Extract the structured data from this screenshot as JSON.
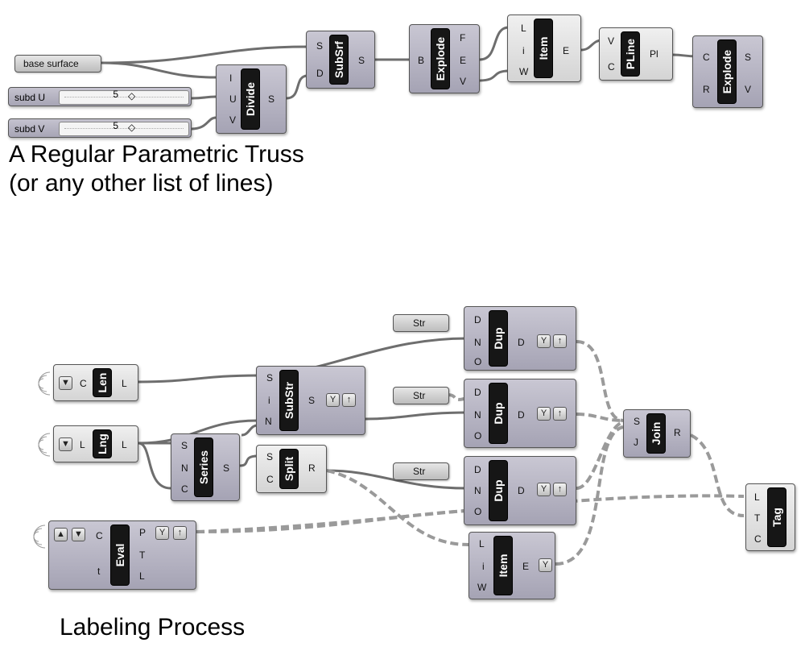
{
  "captions": {
    "truss_title_line1": "A Regular Parametric Truss",
    "truss_title_line2": "(or any other list of lines)",
    "labeling_title": "Labeling Process"
  },
  "params": {
    "base_surface": "base surface",
    "subd_u": "subd U",
    "subd_v": "subd V",
    "str_1": "Str",
    "str_2": "Str",
    "str_3": "Str"
  },
  "sliders": {
    "subd_u_value": "5",
    "subd_v_value": "5",
    "knob_glyph": "◇"
  },
  "components": {
    "divide": {
      "title": "Divide",
      "inputs": [
        "I",
        "U",
        "V"
      ],
      "outputs": [
        "S"
      ]
    },
    "subsrf": {
      "title": "SubSrf",
      "inputs": [
        "S",
        "D"
      ],
      "outputs": [
        "S"
      ]
    },
    "explode1": {
      "title": "Explode",
      "inputs": [
        "B"
      ],
      "outputs": [
        "F",
        "E",
        "V"
      ]
    },
    "item1": {
      "title": "Item",
      "inputs": [
        "L",
        "i",
        "W"
      ],
      "outputs": [
        "E"
      ]
    },
    "pline": {
      "title": "PLine",
      "inputs": [
        "V",
        "C"
      ],
      "outputs": [
        "Pl"
      ]
    },
    "explode2": {
      "title": "Explode",
      "inputs": [
        "C",
        "R"
      ],
      "outputs": [
        "S",
        "V"
      ]
    },
    "len": {
      "title": "Len",
      "inputs": [
        "C"
      ],
      "outputs": [
        "L"
      ]
    },
    "lng": {
      "title": "Lng",
      "inputs": [
        "L"
      ],
      "outputs": [
        "L"
      ]
    },
    "substr": {
      "title": "SubStr",
      "inputs": [
        "S",
        "i",
        "N"
      ],
      "outputs": [
        "S"
      ]
    },
    "series": {
      "title": "Series",
      "inputs": [
        "S",
        "N",
        "C"
      ],
      "outputs": [
        "S"
      ]
    },
    "split": {
      "title": "Split",
      "inputs": [
        "S",
        "C"
      ],
      "outputs": [
        "R"
      ]
    },
    "dup1": {
      "title": "Dup",
      "inputs": [
        "D",
        "N",
        "O"
      ],
      "outputs": [
        "D"
      ]
    },
    "dup2": {
      "title": "Dup",
      "inputs": [
        "D",
        "N",
        "O"
      ],
      "outputs": [
        "D"
      ]
    },
    "dup3": {
      "title": "Dup",
      "inputs": [
        "D",
        "N",
        "O"
      ],
      "outputs": [
        "D"
      ]
    },
    "join": {
      "title": "Join",
      "inputs": [
        "S",
        "J"
      ],
      "outputs": [
        "R"
      ]
    },
    "eval": {
      "title": "Eval",
      "inputs": [
        "C",
        "t"
      ],
      "outputs": [
        "P",
        "T",
        "L"
      ]
    },
    "item2": {
      "title": "Item",
      "inputs": [
        "L",
        "i",
        "W"
      ],
      "outputs": [
        "E"
      ]
    },
    "tag": {
      "title": "Tag",
      "inputs": [
        "L",
        "T",
        "C"
      ],
      "outputs": []
    }
  },
  "icons": {
    "down": "▼",
    "up": "▲",
    "graft": "Y",
    "flatten": "↑",
    "broadcast": "radio-waves-icon"
  },
  "colors": {
    "component_fill": "#b6b4c4",
    "param_fill": "#d6d6d6",
    "core": "#161616",
    "wire": "#6e6e6e",
    "wire_dashed": "#9a9a9a"
  }
}
